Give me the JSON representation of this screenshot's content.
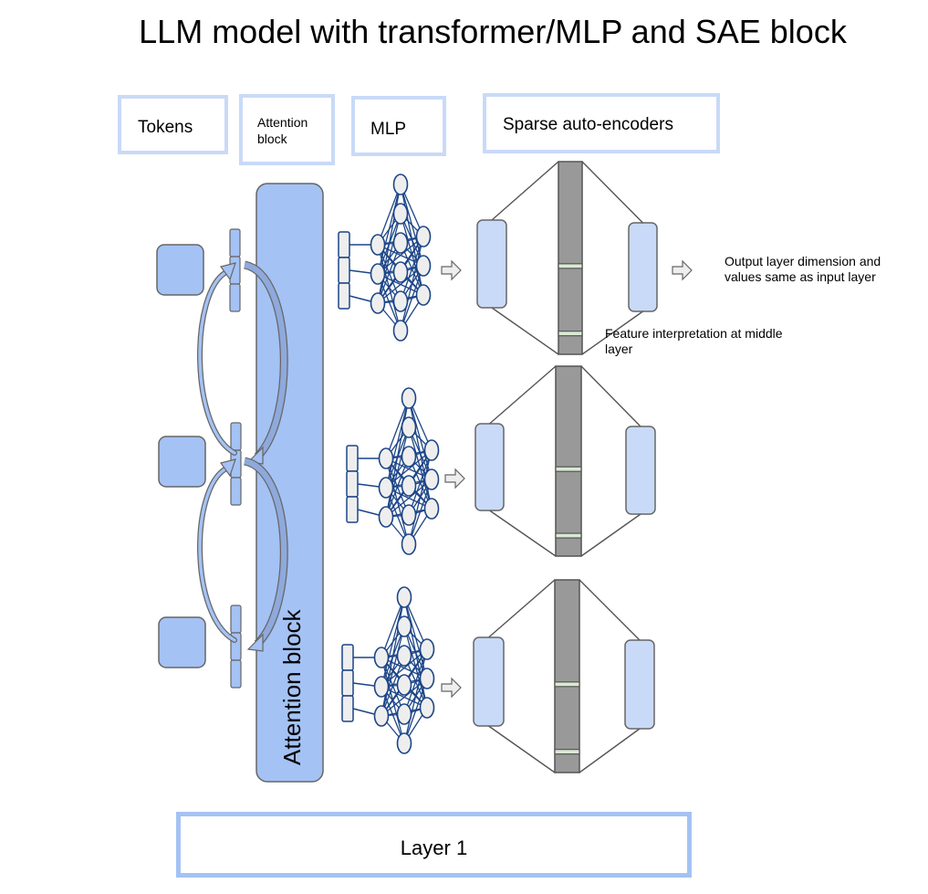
{
  "title": "LLM model with transformer/MLP and SAE block",
  "headers": {
    "tokens": "Tokens",
    "attention_line1": "Attention",
    "attention_line2": "block",
    "mlp": "MLP",
    "sae": "Sparse auto-encoders"
  },
  "attention_block_label": "Attention block",
  "annotations": {
    "output_line1": "Output layer dimension and",
    "output_line2": "values same as input layer",
    "feature_line1": "Feature interpretation at middle",
    "feature_line2": "layer"
  },
  "footer": {
    "layer_label": "Layer 1"
  },
  "colors": {
    "header_border": "#c9daf8",
    "attention_fill": "#a4c2f4",
    "token_fill": "#a4c2f4",
    "mlp_line": "#1c4587",
    "neuron_fill": "#eeeeee",
    "sae_layer_fill": "#c9daf8",
    "sae_hidden_fill": "#999999",
    "sae_active_fill": "#d9ead3",
    "footer_border": "#a4c2f4"
  },
  "rows": 3
}
